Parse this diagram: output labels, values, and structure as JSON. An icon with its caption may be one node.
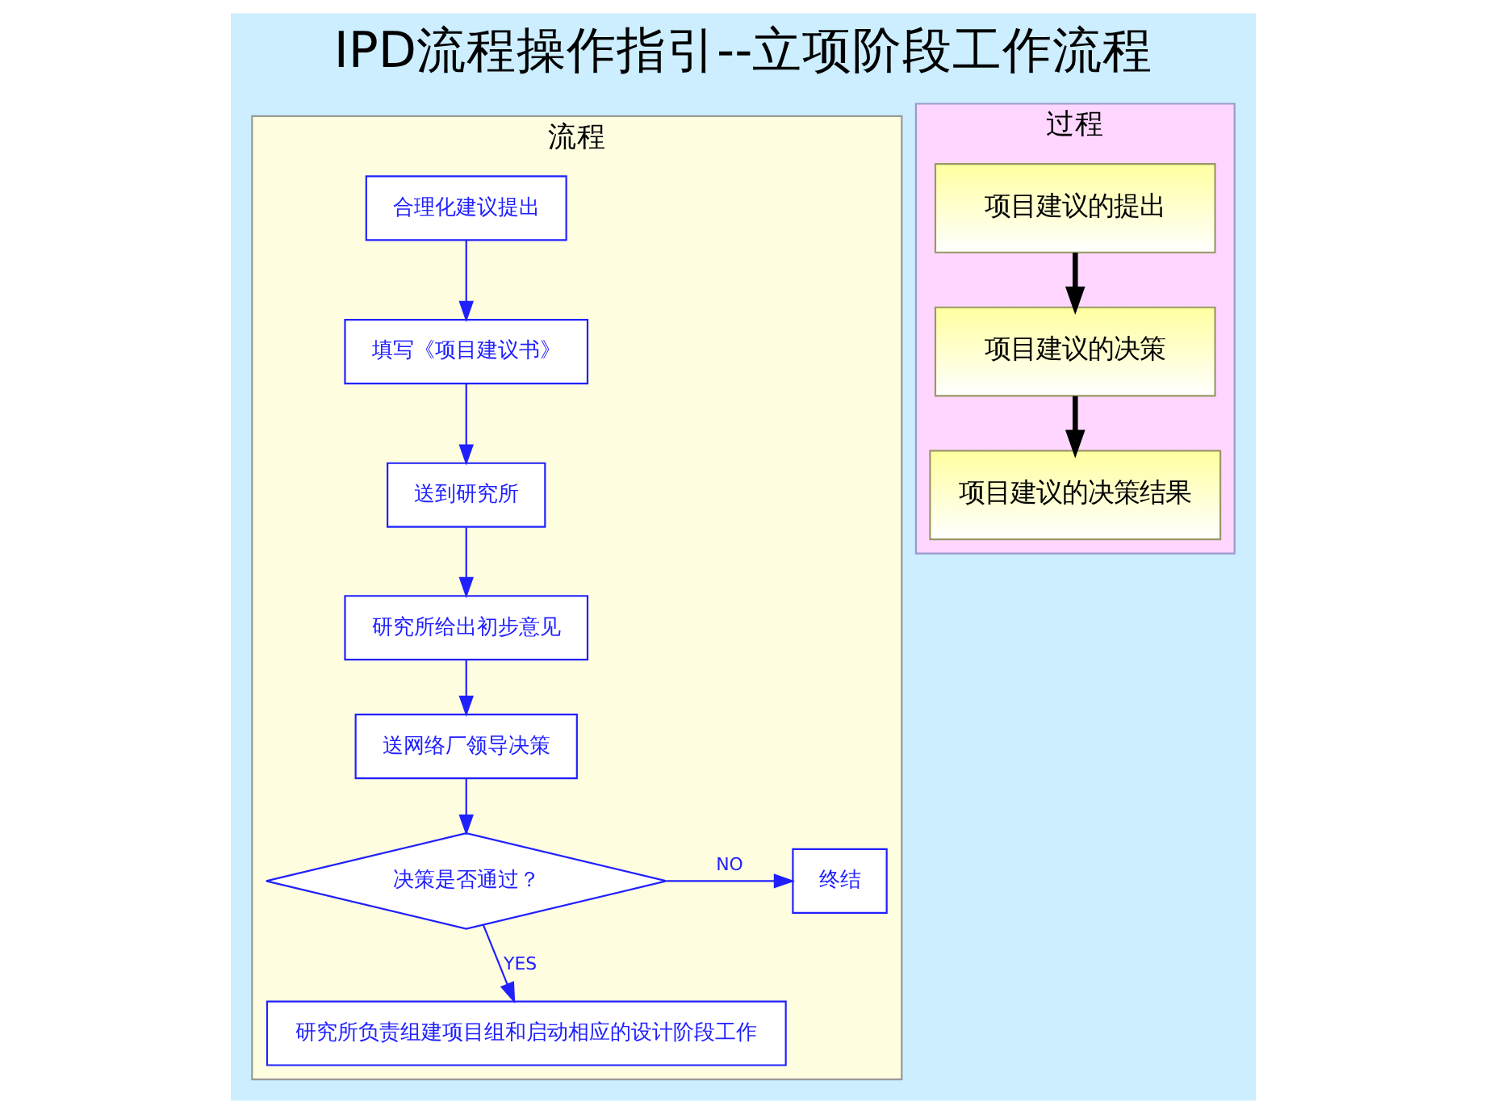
{
  "diagram": {
    "title": "IPD流程操作指引--立项阶段工作流程",
    "nodes": [
      {
        "text": [
          "流程"
        ]
      },
      {
        "text": [
          "合理化建议提出"
        ],
        "in": 0
      },
      {
        "text": [
          "填写《项目建议书》"
        ],
        "in": 0
      },
      {
        "text": [
          "送到研究所"
        ],
        "in": 0
      },
      {
        "text": [
          "研究所给出初步意见"
        ],
        "in": 0
      },
      {
        "text": [
          "送网络厂领导决策"
        ],
        "in": 0
      },
      {
        "text": [
          "决策是否通过？"
        ],
        "in": 0
      },
      {
        "text": [
          "终结"
        ],
        "in": 0
      },
      {
        "text": [
          "研究所负责组建项目组和启动相应的设计阶段工作"
        ],
        "in": 0
      },
      {
        "text": [
          "过程"
        ]
      },
      {
        "text": [
          "项目建议的提出"
        ],
        "in": 9
      },
      {
        "text": [
          "项目建议的决策"
        ],
        "in": 9
      },
      {
        "text": [
          "项目建议的决策结果"
        ],
        "in": 9
      }
    ],
    "edges": [
      {
        "from": 1,
        "to": 2,
        "arrow": "to"
      },
      {
        "from": 2,
        "to": 3,
        "arrow": "to"
      },
      {
        "from": 3,
        "to": 4,
        "arrow": "to"
      },
      {
        "from": 4,
        "to": 5,
        "arrow": "to"
      },
      {
        "from": 5,
        "to": 6,
        "arrow": "to"
      },
      {
        "from": 6,
        "to": 7,
        "arrow": "to",
        "label": "NO"
      },
      {
        "from": 6,
        "to": 8,
        "arrow": "to",
        "label": "YES"
      },
      {
        "from": 10,
        "to": 11,
        "arrow": "to",
        "style": "thick",
        "color": "#000000"
      },
      {
        "from": 11,
        "to": 12,
        "arrow": "to",
        "style": "thick",
        "color": "#000000"
      }
    ]
  }
}
